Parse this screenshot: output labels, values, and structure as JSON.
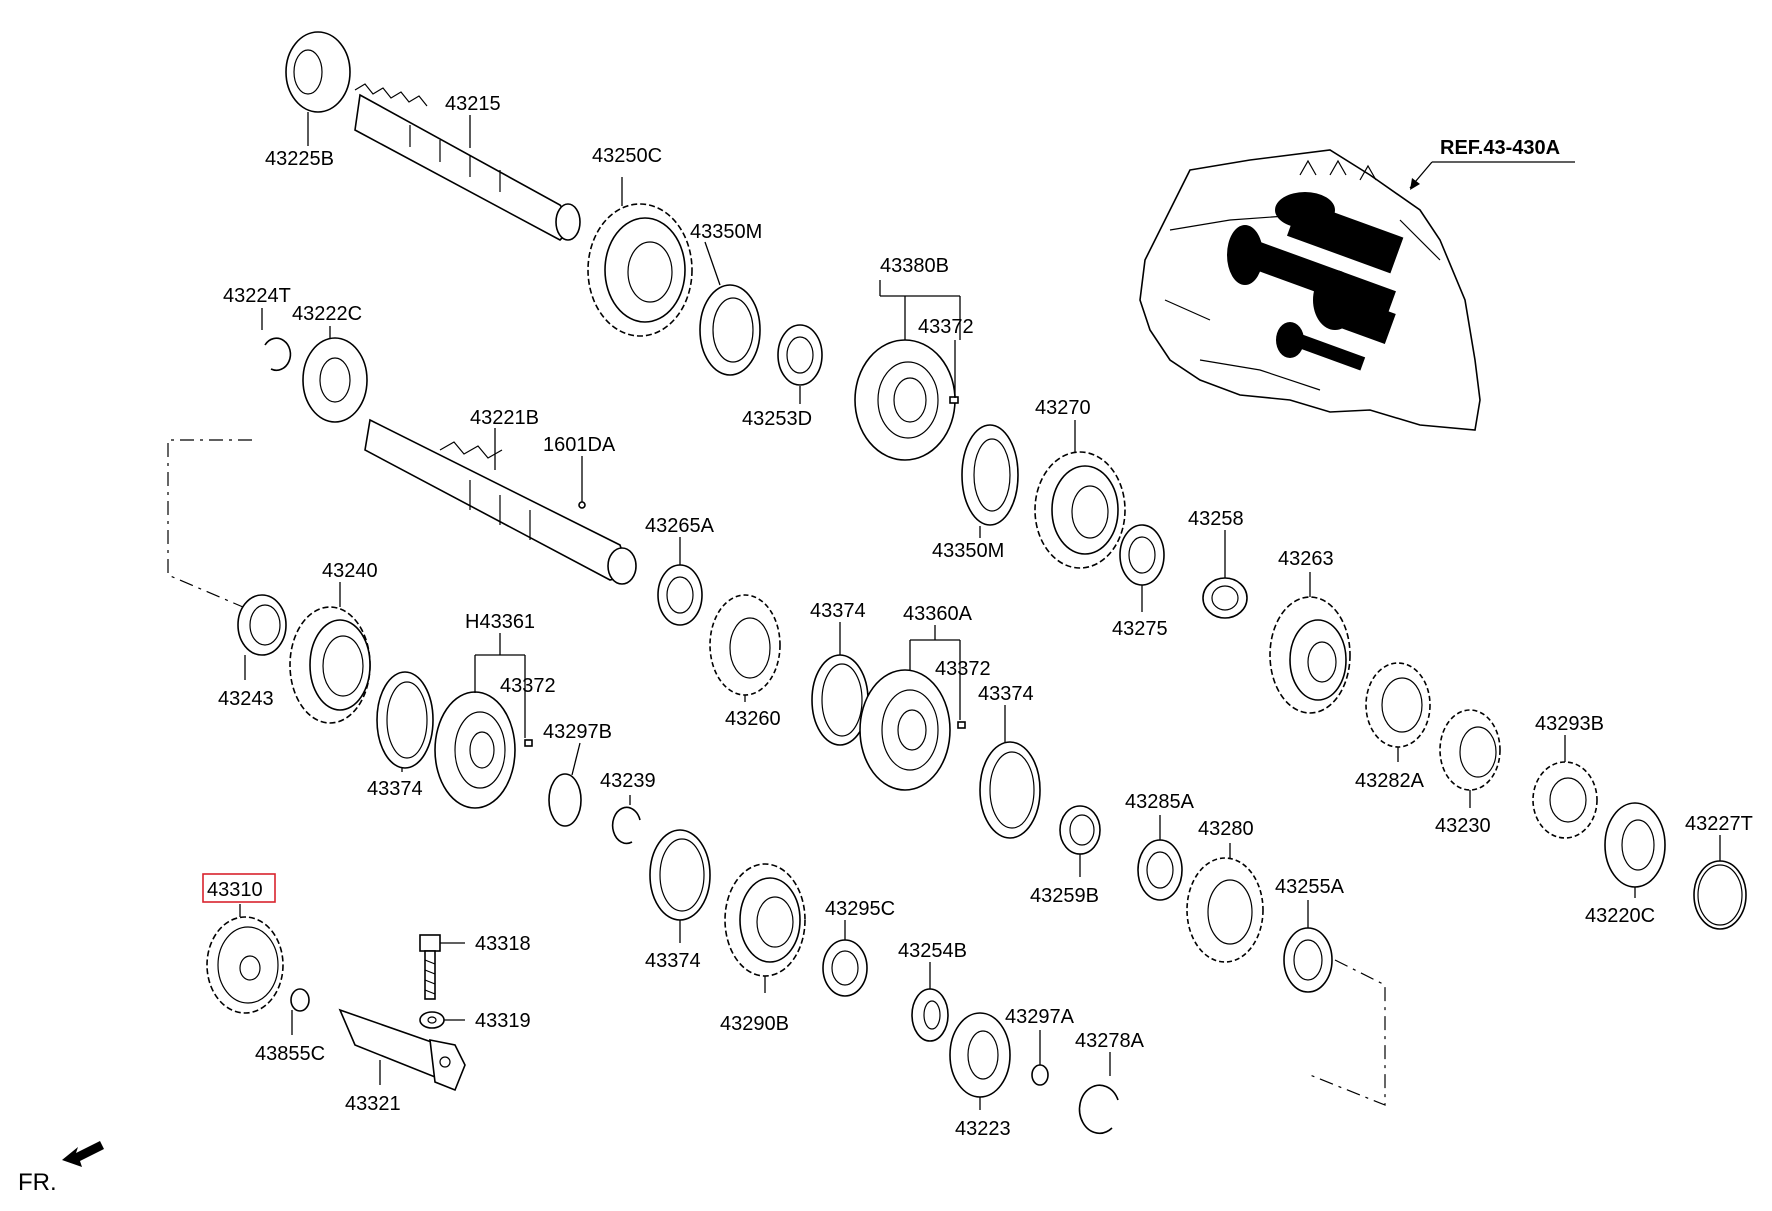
{
  "reference": "REF.43-430A",
  "direction_label": "FR.",
  "highlight_color": "#d9232d",
  "selected_part": "43310",
  "parts": {
    "p43225B": "43225B",
    "p43215": "43215",
    "p43250C": "43250C",
    "p43350M_top": "43350M",
    "p43380B": "43380B",
    "p43372_a": "43372",
    "p43253D": "43253D",
    "p43224T": "43224T",
    "p43222C": "43222C",
    "p43221B": "43221B",
    "p1601DA": "1601DA",
    "p43270": "43270",
    "p43350M_mid": "43350M",
    "p43258": "43258",
    "p43275": "43275",
    "p43263": "43263",
    "p43265A": "43265A",
    "p43240": "43240",
    "p43243": "43243",
    "pH43361": "H43361",
    "p43372_b": "43372",
    "p43374_a": "43374",
    "p43297B": "43297B",
    "p43239": "43239",
    "p43260": "43260",
    "p43374_b": "43374",
    "p43360A": "43360A",
    "p43372_c": "43372",
    "p43374_c": "43374",
    "p43282A": "43282A",
    "p43230": "43230",
    "p43293B": "43293B",
    "p43227T": "43227T",
    "p43220C": "43220C",
    "p43285A": "43285A",
    "p43280": "43280",
    "p43259B": "43259B",
    "p43255A": "43255A",
    "p43310": "43310",
    "p43318": "43318",
    "p43319": "43319",
    "p43855C": "43855C",
    "p43321": "43321",
    "p43374_d": "43374",
    "p43290B": "43290B",
    "p43295C": "43295C",
    "p43254B": "43254B",
    "p43297A": "43297A",
    "p43223": "43223",
    "p43278A": "43278A"
  }
}
